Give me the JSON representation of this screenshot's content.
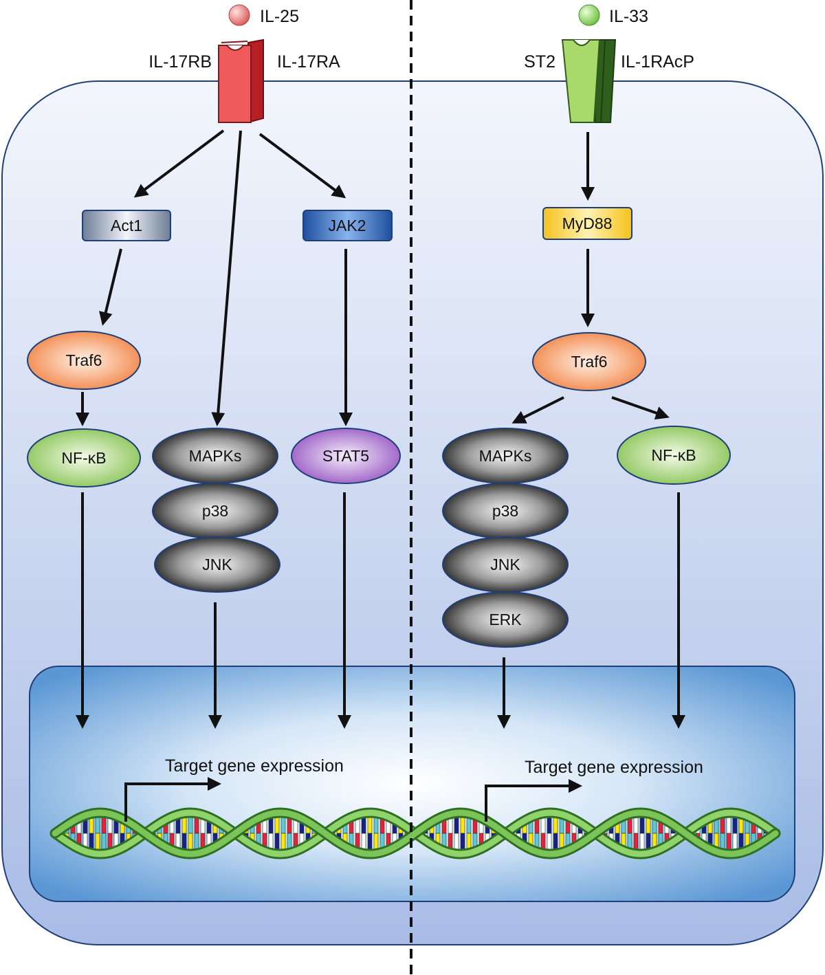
{
  "il25_pathway": {
    "ligand": "IL-25",
    "receptor_left": "IL-17RB",
    "receptor_right": "IL-17RA",
    "nodes": {
      "act1": "Act1",
      "jak2": "JAK2",
      "traf6": "Traf6",
      "nfkb": "NF-κB",
      "mapks": "MAPKs",
      "p38": "p38",
      "jnk": "JNK",
      "stat5": "STAT5"
    },
    "output": "Target gene expression"
  },
  "il33_pathway": {
    "ligand": "IL-33",
    "receptor_left": "ST2",
    "receptor_right": "IL-1RAcP",
    "nodes": {
      "myd88": "MyD88",
      "traf6": "Traf6",
      "mapks": "MAPKs",
      "p38": "p38",
      "jnk": "JNK",
      "erk": "ERK",
      "nfkb": "NF-κB"
    },
    "output": "Target gene expression"
  },
  "colors": {
    "il25_ligand": "#e07a7a",
    "il25_receptor": "#e0383a",
    "il33_ligand": "#8fd460",
    "il33_receptor": "#7cc043",
    "act1": "#7c8aa0",
    "jak2": "#2f63b8",
    "myd88": "#f2c21a",
    "traf6": "#f39a63",
    "nfkb": "#9ccf6e",
    "stat5": "#a46ac8",
    "mapk_family": "#3a3a3a",
    "dna_backbone": "#3b8f2a"
  }
}
